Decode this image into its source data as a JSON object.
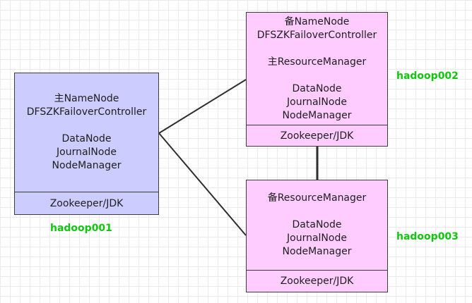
{
  "theme": {
    "master_fill": "#ccccff",
    "standby_fill": "#ffccff",
    "border": "#3c3c3c",
    "host_label": "#11c511"
  },
  "nodes": [
    {
      "hostname": "hadoop001",
      "services": [
        "主NameNode",
        "DFSZKFailoverController",
        "",
        "DataNode",
        "JournalNode",
        "NodeManager"
      ],
      "footer": "Zookeeper/JDK"
    },
    {
      "hostname": "hadoop002",
      "services": [
        "备NameNode",
        "DFSZKFailoverController",
        "",
        "主ResourceManager",
        "",
        "DataNode",
        "JournalNode",
        "NodeManager"
      ],
      "footer": "Zookeeper/JDK"
    },
    {
      "hostname": "hadoop003",
      "services": [
        "备ResourceManager",
        "",
        "DataNode",
        "JournalNode",
        "NodeManager"
      ],
      "footer": "Zookeeper/JDK"
    }
  ]
}
